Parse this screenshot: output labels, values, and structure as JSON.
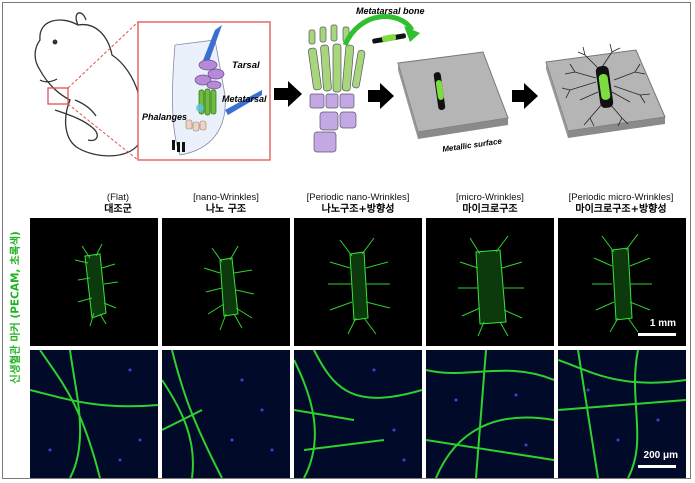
{
  "schematic": {
    "label_tarsal": "Tarsal",
    "label_metatarsal": "Metatarsal",
    "label_phalanges": "Phalanges",
    "label_metatarsal_bone": "Metatarsal bone",
    "label_metallic_surface": "Metallic surface"
  },
  "columns": [
    {
      "en": "(Flat)",
      "ko": "대조군"
    },
    {
      "en": "[nano-Wrinkles]",
      "ko": "나노 구조"
    },
    {
      "en": "[Periodic nano-Wrinkles]",
      "ko": "나노구조+방향성"
    },
    {
      "en": "[micro-Wrinkles]",
      "ko": "마이크로구조"
    },
    {
      "en": "[Periodic micro-Wrinkles]",
      "ko": "마이크로구조+방향성"
    }
  ],
  "side_label": "신생혈관 마커 (PECAM, 초록색)",
  "scale_top": "1 mm",
  "scale_bottom": "200 μm",
  "colors": {
    "green": "#2fd12f",
    "blue_nuclei": "#3a5bff",
    "background": "#000000"
  }
}
